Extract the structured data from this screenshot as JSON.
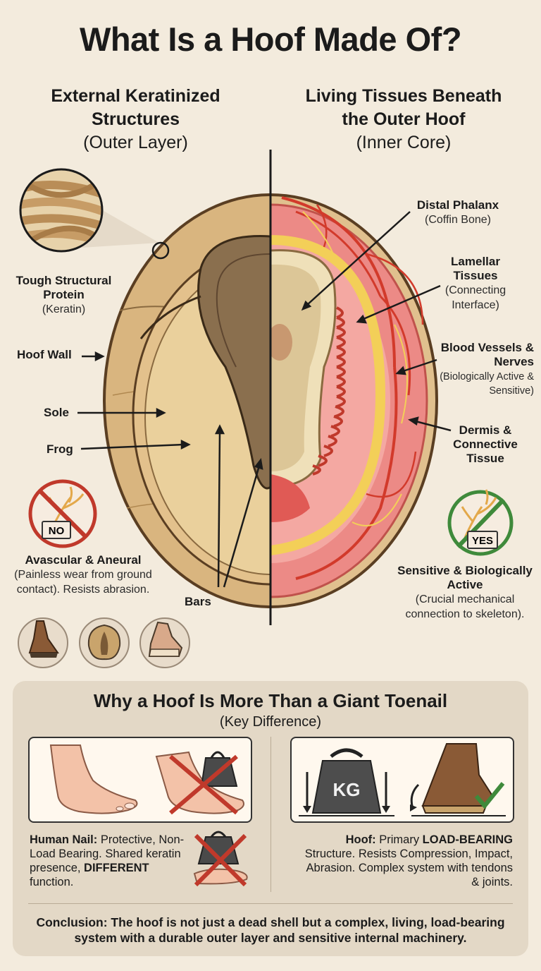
{
  "title": "What Is a Hoof Made Of?",
  "left_header": {
    "title": "External Keratinized Structures",
    "subtitle": "(Outer Layer)"
  },
  "right_header": {
    "title": "Living Tissues Beneath the Outer Hoof",
    "subtitle": "(Inner Core)"
  },
  "left_labels": {
    "keratin": {
      "title": "Tough Structural Protein",
      "sub": "(Keratin)"
    },
    "hoof_wall": "Hoof Wall",
    "sole": "Sole",
    "frog": "Frog",
    "bars": "Bars"
  },
  "right_labels": {
    "phalanx": {
      "title": "Distal Phalanx",
      "sub": "(Coffin Bone)"
    },
    "lamellar": {
      "title": "Lamellar Tissues",
      "sub": "(Connecting Interface)"
    },
    "vessels": {
      "title": "Blood Vessels & Nerves",
      "sub": "(Biologically Active & Sensitive)"
    },
    "dermis": {
      "title": "Dermis & Connective Tissue"
    }
  },
  "no_badge": {
    "text": "NO"
  },
  "yes_badge": {
    "text": "YES"
  },
  "avascular": {
    "title": "Avascular & Aneural",
    "desc": "(Painless wear from ground contact). Resists abrasion."
  },
  "sensitive": {
    "title": "Sensitive & Biologically Active",
    "desc": "(Crucial mechanical connection to skeleton)."
  },
  "bottom": {
    "title": "Why a Hoof Is More Than a Giant Toenail",
    "subtitle": "(Key Difference)",
    "weight_label": "KG",
    "human_nail": {
      "bold": "Human Nail:",
      "text1": " Protective, Non-Load Bearing. Shared keratin presence, ",
      "bold2": "DIFFERENT",
      "text2": " function."
    },
    "hoof": {
      "bold": "Hoof:",
      "text1": " Primary ",
      "bold2": "LOAD-BEARING",
      "text2": " Structure. Resists Compression, Impact, Abrasion. Complex system with tendons & joints."
    },
    "conclusion": "Conclusion: The hoof is not just a dead shell but a complex, living, load-bearing system with a durable outer layer and sensitive internal machinery."
  },
  "colors": {
    "keratin": "#cda672",
    "dermis": "#ec8a86",
    "vessel": "#d23a2b",
    "no_red": "#c0392b",
    "yes_green": "#3f8a3b",
    "panel": "#e3d8c6"
  }
}
